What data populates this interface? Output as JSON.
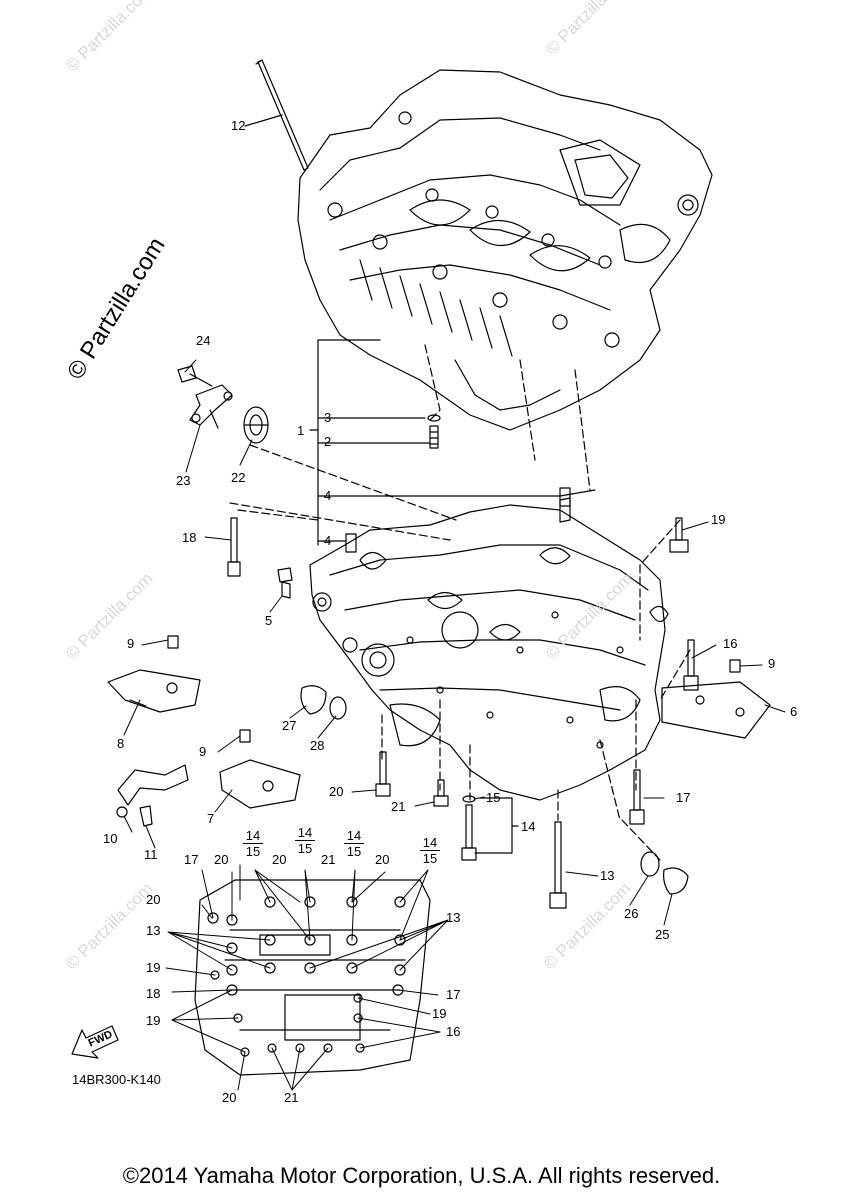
{
  "watermark": {
    "main": "© Partzilla.com",
    "small": "© Partzilla.com"
  },
  "callouts": {
    "c1": "1",
    "c2": "2",
    "c3": "3",
    "c4a": "4",
    "c4b": "4",
    "c5": "5",
    "c6": "6",
    "c7": "7",
    "c8": "8",
    "c9a": "9",
    "c9b": "9",
    "c9c": "9",
    "c10": "10",
    "c11": "11",
    "c12": "12",
    "c13a": "13",
    "c13b": "13",
    "c13c": "13",
    "c14": "14",
    "c15": "15",
    "c16a": "16",
    "c16b": "16",
    "c17a": "17",
    "c17b": "17",
    "c17c": "17",
    "c18a": "18",
    "c18b": "18",
    "c19a": "19",
    "c19b": "19",
    "c19c": "19",
    "c19d": "19",
    "c20a": "20",
    "c20b": "20",
    "c20c": "20",
    "c20d": "20",
    "c20e": "20",
    "c20f": "20",
    "c21a": "21",
    "c21b": "21",
    "c21c": "21",
    "c22": "22",
    "c23": "23",
    "c24": "24",
    "c25": "25",
    "c26": "26",
    "c27": "27",
    "c28": "28"
  },
  "fractions": {
    "f1": {
      "top": "14",
      "bottom": "15"
    },
    "f2": {
      "top": "14",
      "bottom": "15"
    },
    "f3": {
      "top": "14",
      "bottom": "15"
    },
    "f4": {
      "top": "14",
      "bottom": "15"
    }
  },
  "fwd_label": "FWD",
  "diagram_code": "14BR300-K140",
  "copyright": "©2014 Yamaha Motor Corporation, U.S.A. All rights reserved."
}
